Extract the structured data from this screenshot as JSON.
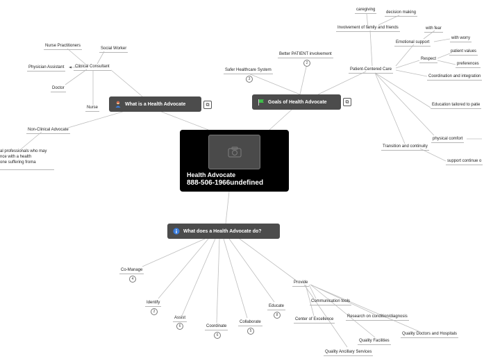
{
  "central": {
    "title": "Health Advocate",
    "phone": "888-506-1966undefined",
    "image_icon": "camera-icon"
  },
  "colors": {
    "background": "#ffffff",
    "topic_fill": "#4c4c4c",
    "central_fill": "#000000",
    "link_color": "#bdbdbd"
  },
  "what_is": {
    "label": "What is a Health Advocate",
    "icon": "person-icon",
    "clinical_consultant": "Clinical Consultant",
    "nurse_practitioners": "Nurse Practitioners",
    "social_worker": "Social Worker",
    "physician_assistant": "Physician Assistant",
    "doctor": "Doctor",
    "nurse": "Nurse",
    "non_clinical": "Non-Clinical Advocate",
    "non_clinical_note_1": "al professionals who may",
    "non_clinical_note_2": "nce with a health",
    "non_clinical_note_3": "one suffering froma"
  },
  "goals": {
    "label": "Goals of Health Advocate",
    "icon": "flag-icon",
    "safer_system": "Safer Healthcare System",
    "safer_system_badge": "3",
    "better_involvement": "Better PATIENT involvement",
    "better_involvement_badge": "2",
    "patient_centered": "Patient-Centered Care",
    "involvement_family": "Involvement of family and friends",
    "caregiving": "caregiving",
    "decision_making": "decision making",
    "emotional_support": "Emotional support",
    "with_fear": "with fear",
    "with_worry": "with worry",
    "respect": "Respect",
    "patient_values": "patient values",
    "preferences": "preferences",
    "coordination": "Coordination and integration",
    "education": "Education tailored to patie",
    "physical_comfort": "physical comfort",
    "transition": "Transition and continuity",
    "support_continue": "support continue o"
  },
  "what_does": {
    "label": "What does a Health Advocate do?",
    "icon": "info-icon",
    "co_manage": "Co-Manage",
    "co_manage_badge": "4",
    "identify": "Identify",
    "identify_badge": "2",
    "assist": "Assist",
    "assist_badge": "6",
    "coordinate": "Coordinate",
    "coordinate_badge": "6",
    "collaborate": "Collaborate",
    "collaborate_badge": "5",
    "educate": "Educate",
    "educate_badge": "8",
    "provide": "Provide",
    "communication_tools": "Communication tools",
    "center_excellence": "Center of Excellence",
    "research": "Research on condition/diagnosis",
    "quality_facilities": "Quality Facilities",
    "quality_doctors": "Quality Doctors and Hospitals",
    "quality_ancillary": "Quality Ancillary Services"
  }
}
